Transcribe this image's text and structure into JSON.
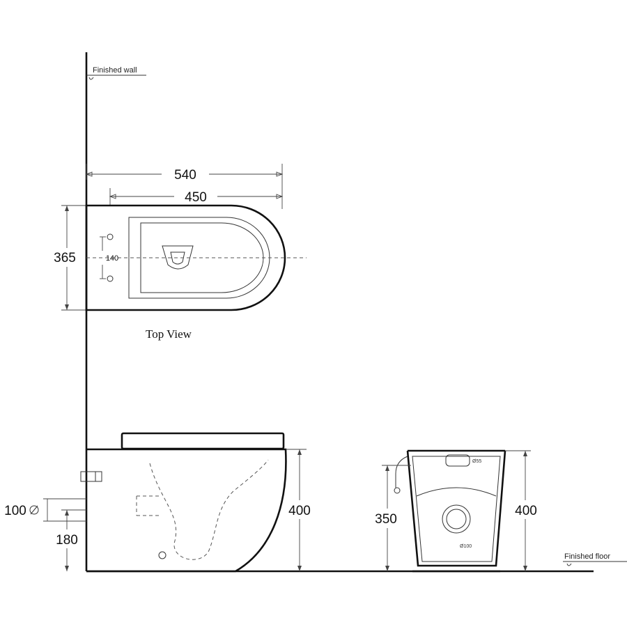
{
  "labels": {
    "finished_wall": "Finished wall",
    "finished_floor": "Finished floor",
    "top_view": "Top View"
  },
  "dimensions": {
    "overall_length": "540",
    "bowl_length": "450",
    "width": "365",
    "bolt_spacing": "140",
    "height_side": "400",
    "outlet_diameter": "100",
    "outlet_height": "180",
    "inlet_height": "350",
    "height_front": "400",
    "small_note_1": "Ø55",
    "small_note_2": "Ø100"
  }
}
